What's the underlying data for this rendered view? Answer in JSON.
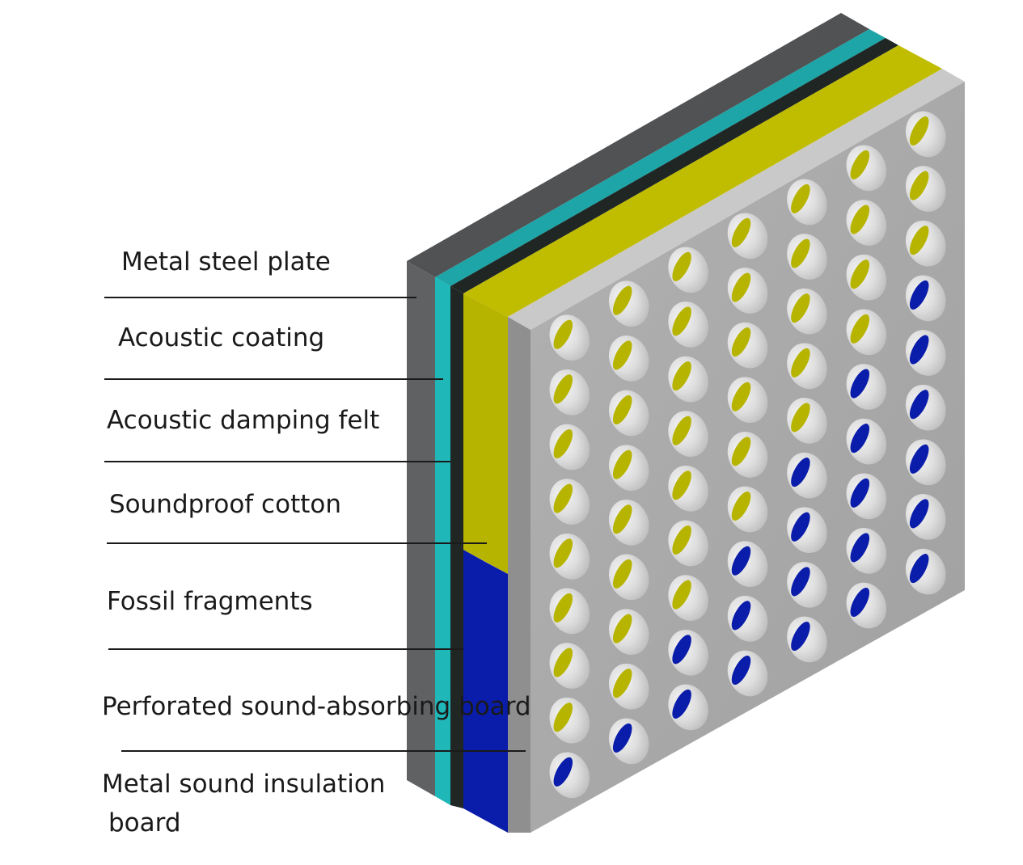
{
  "labels": {
    "metal_steel_plate": "Metal steel plate",
    "acoustic_coating": "Acoustic coating",
    "acoustic_damping_felt": "Acoustic damping felt",
    "soundproof_cotton": "Soundproof cotton",
    "fossil_fragments": "Fossil fragments",
    "perforated_board": "Perforated sound-absorbing board",
    "metal_insulation_line1": "Metal sound insulation",
    "metal_insulation_line2": "board"
  },
  "colors": {
    "steel_plate": "#5f6163",
    "acoustic_coating": "#20b7b9",
    "damping_felt": "#1f2624",
    "soundproof_cotton": "#b7b400",
    "fossil_fragments": "#0a1caa",
    "perforated_board": "#a9a9a9",
    "leader_line": "#1a1a1a"
  }
}
